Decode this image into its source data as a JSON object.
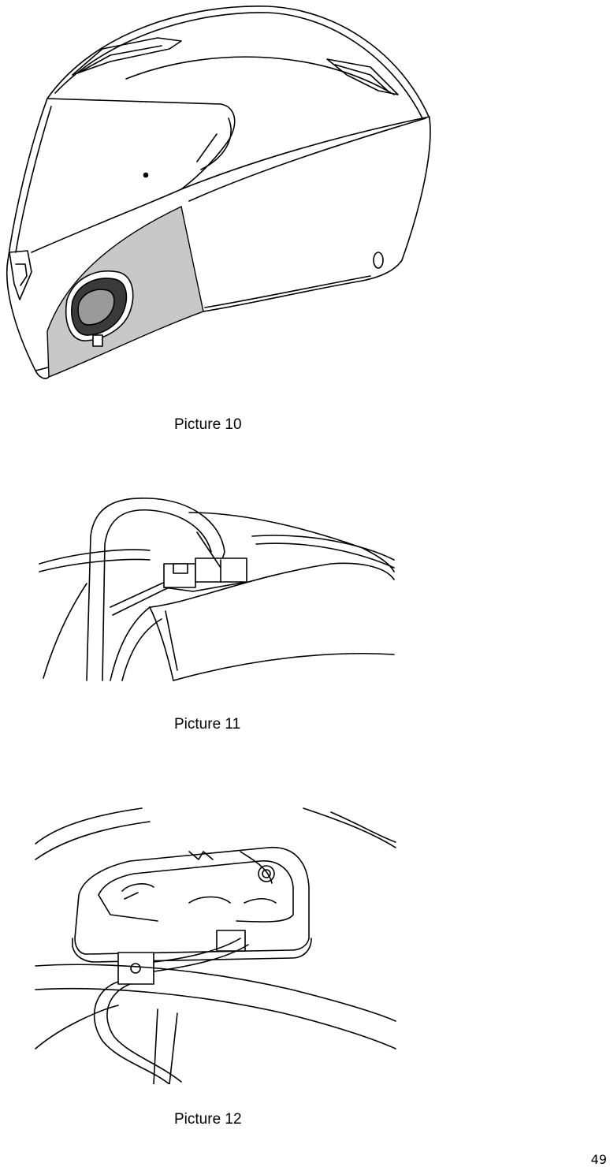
{
  "figures": [
    {
      "caption": "Picture 10"
    },
    {
      "caption": "Picture 11"
    },
    {
      "caption": "Picture 12"
    }
  ],
  "page_number": "49",
  "colors": {
    "line": "#000000",
    "shaded_area": "#c8c8c8",
    "background": "#ffffff"
  }
}
